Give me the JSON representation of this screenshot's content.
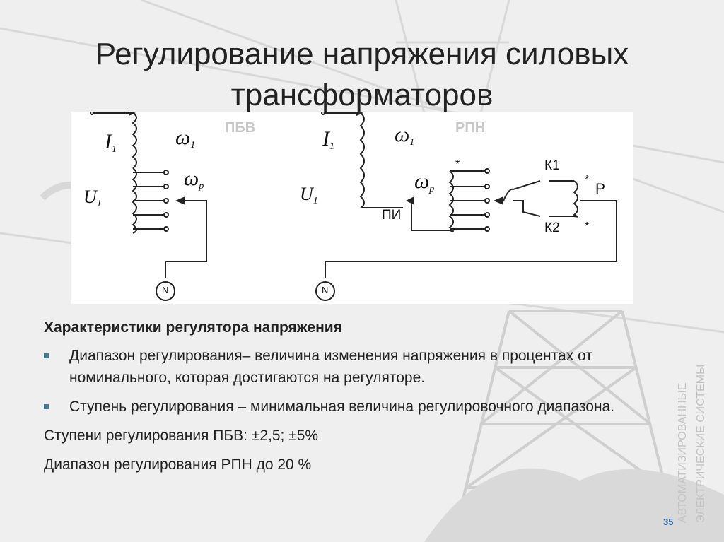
{
  "title_line1": "Регулирование напряжения силовых",
  "title_line2": "трансформаторов",
  "diagram": {
    "left_label": "ПБВ",
    "right_label": "РПН",
    "i1_main": "I",
    "i1_sub": "1",
    "w1_main": "ω",
    "w1_sub": "1",
    "wp_main": "ω",
    "wp_sub": "р",
    "u1_main": "U",
    "u1_sub": "1",
    "n_label": "N",
    "pi_label": "ПИ",
    "k1_label": "К1",
    "k2_label": "К2",
    "p_label": "Р",
    "star": "*"
  },
  "heading": "Характеристики регулятора напряжения",
  "bullets": [
    "Диапазон регулирования– величина изменения напряжения в процентах от номинального, которая достигаются на регуляторе.",
    "Ступень регулирования – минимальная величина регулировочного диапазона."
  ],
  "line1": "Ступени регулирования ПБВ: ±2,5; ±5%",
  "line2": "Диапазон регулирования РПН до 20 %",
  "side_text_1": "АВТОМАТИЗИРОВАННЫЕ",
  "side_text_2": "ЭЛЕКТРИЧЕСКИЕ СИСТЕМЫ",
  "page_number": "35"
}
